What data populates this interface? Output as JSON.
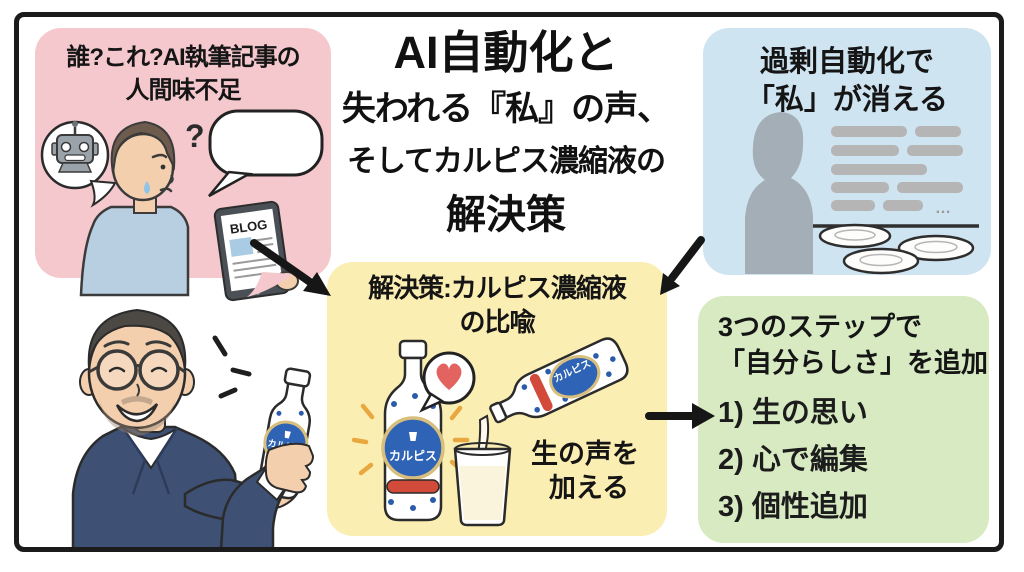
{
  "title": {
    "line1": "AI自動化と",
    "line2": "失われる『私』の声、",
    "line3": "そしてカルピス濃縮液の",
    "line4": "解決策"
  },
  "problem_box": {
    "heading_line1": "誰?これ?AI執筆記事の",
    "heading_line2": "人間味不足",
    "question_mark": "?",
    "tablet_label": "BLOG"
  },
  "overautomation_box": {
    "heading_line1": "過剰自動化で",
    "heading_line2": "「私」が消える",
    "ellipsis": "…"
  },
  "solution_box": {
    "heading_line1": "解決策:カルピス濃縮液",
    "heading_line2": "の比喩",
    "bottle_label": "カルピス",
    "pouring_bottle_label": "カルピス",
    "held_bottle_label": "カルピス",
    "caption_line1": "生の声を",
    "caption_line2": "加える"
  },
  "steps_box": {
    "heading_line1": "3つのステップで",
    "heading_line2": "「自分らしさ」を追加",
    "items": [
      "1) 生の思い",
      "2) 心で編集",
      "3) 個性追加"
    ]
  },
  "colors": {
    "problem_bg": "#f4c8cd",
    "overautomation_bg": "#cfe4f1",
    "solution_bg": "#fbeeb2",
    "steps_bg": "#d7eac2",
    "ink": "#1b1b1b",
    "calpis_blue": "#2f63b5",
    "band_red": "#d14a3a",
    "heart_red": "#e2635f",
    "suit_navy": "#3e5174",
    "skin": "#f3cfae"
  }
}
